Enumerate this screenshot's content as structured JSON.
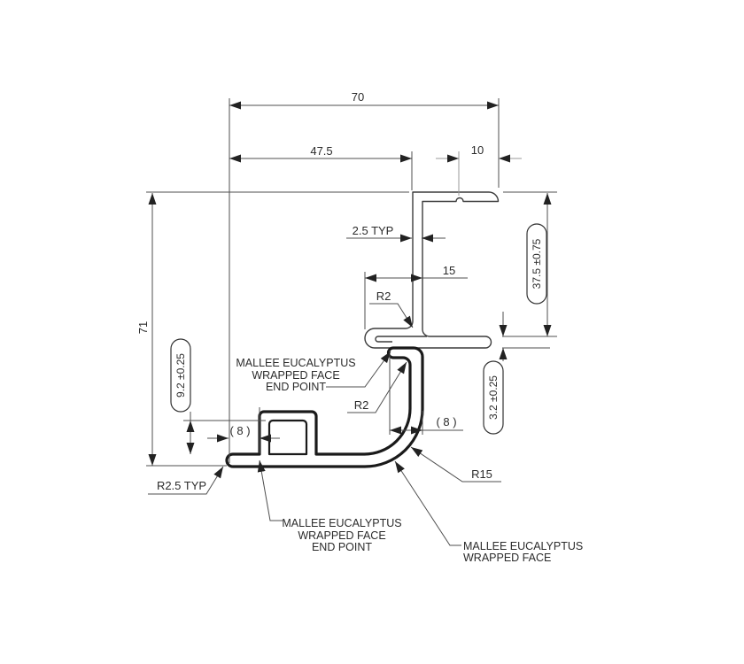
{
  "drawing": {
    "dims": {
      "overall_width": "70",
      "upper_width": "47.5",
      "wrap_return_top": "10",
      "wall_thickness": "2.5 TYP",
      "lip_depth": "15",
      "radius_fold": "R2",
      "radius_step": "R2",
      "height_right": "37.5 ±0.75",
      "overall_height": "71",
      "groove_depth": "9.2 ±0.25",
      "wrap_past_left": "( 8 )",
      "wrap_past_right": "( 8 )",
      "lip_thickness": "3.2 ±0.25",
      "radius_corner": "R15",
      "radius_end": "R2.5 TYP"
    },
    "labels": {
      "top_end_point": {
        "line1": "MALLEE EUCALYPTUS",
        "line2": "WRAPPED FACE",
        "line3": "END POINT"
      },
      "bottom_end_point": {
        "line1": "MALLEE EUCALYPTUS",
        "line2": "WRAPPED FACE",
        "line3": "END POINT"
      },
      "wrapped_face": {
        "line1": "MALLEE EUCALYPTUS",
        "line2": "WRAPPED FACE"
      }
    },
    "colors": {
      "profile_outline": "#1a1a1a",
      "reference_outline": "#3c3c3c",
      "dimension_lines": "#4f4f4f",
      "background": "#ffffff"
    }
  }
}
